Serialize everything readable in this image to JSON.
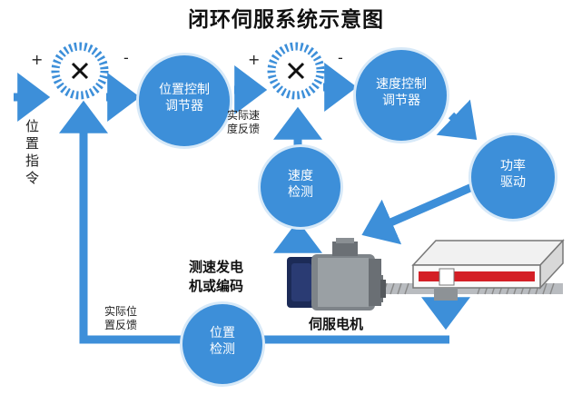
{
  "title": "闭环伺服系统示意图",
  "input_label": "位\n置\n指\n令",
  "signs": {
    "sum1_plus": "+",
    "sum1_minus": "-",
    "sum2_plus": "+",
    "sum2_minus": "-"
  },
  "blocks": {
    "position_controller": "位置控制\n调节器",
    "speed_controller": "速度控制\n调节器",
    "power_drive": "功率\n驱动",
    "speed_detection": "速度\n检测",
    "position_detection": "位置\n检测"
  },
  "feedback_labels": {
    "speed_feedback": "实际速\n度反馈",
    "position_feedback": "实际位\n置反馈"
  },
  "component_labels": {
    "encoder": "测速发电\n机或编码",
    "servo_motor": "伺服电机"
  },
  "colors": {
    "arrow_blue": "#3d8fd9",
    "node_blue": "#3d8fd9",
    "table_red": "#d41f26"
  }
}
